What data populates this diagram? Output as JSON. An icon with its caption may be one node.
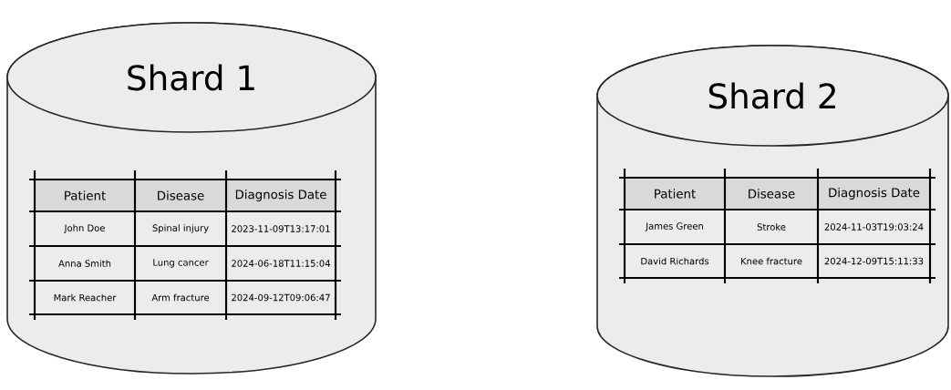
{
  "diagram": {
    "nodes": [
      {
        "text": [
          "Shard 1"
        ]
      },
      {
        "text": [
          "Shard 2"
        ]
      }
    ],
    "labels": [
      "Patient",
      "Disease",
      "Diagnosis Date",
      "John Doe",
      "Spinal injury",
      "2023-11-09T13:17:01",
      "Anna Smith",
      "Lung cancer",
      "2024-06-18T11:15:04",
      "Mark Reacher",
      "Arm fracture",
      "2024-09-12T09:06:47",
      "Patient",
      "Disease",
      "Diagnosis Date",
      "James Green",
      "Stroke",
      "2024-11-03T19:03:24",
      "David Richards",
      "Knee fracture",
      "2024-12-09T15:11:33"
    ]
  }
}
